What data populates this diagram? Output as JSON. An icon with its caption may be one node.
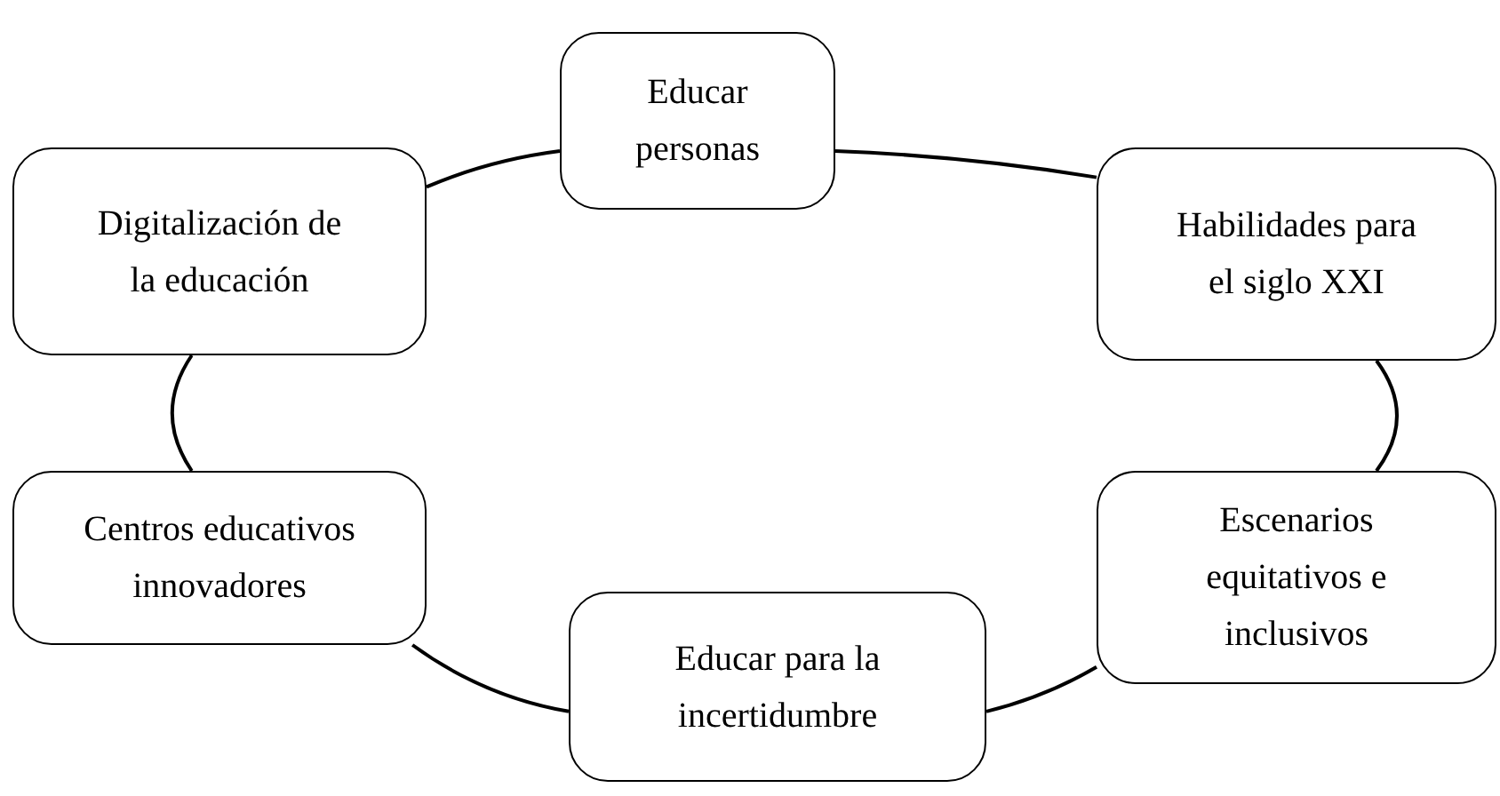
{
  "diagram": {
    "nodes": [
      {
        "text": [
          "Educar personas"
        ]
      },
      {
        "text": [
          "Habilidades para el siglo XXI"
        ]
      },
      {
        "text": [
          "Escenarios equitativos e inclusivos"
        ]
      },
      {
        "text": [
          "Educar para la incertidumbre"
        ]
      },
      {
        "text": [
          "Centros educativos innovadores"
        ]
      },
      {
        "text": [
          "Digitalización de la educación"
        ]
      }
    ],
    "edges": [
      {
        "from": 0,
        "to": 1,
        "arrow": "none"
      },
      {
        "from": 1,
        "to": 2,
        "arrow": "none"
      },
      {
        "from": 2,
        "to": 3,
        "arrow": "none"
      },
      {
        "from": 3,
        "to": 4,
        "arrow": "none"
      },
      {
        "from": 4,
        "to": 5,
        "arrow": "none"
      },
      {
        "from": 5,
        "to": 0,
        "arrow": "none"
      }
    ]
  }
}
